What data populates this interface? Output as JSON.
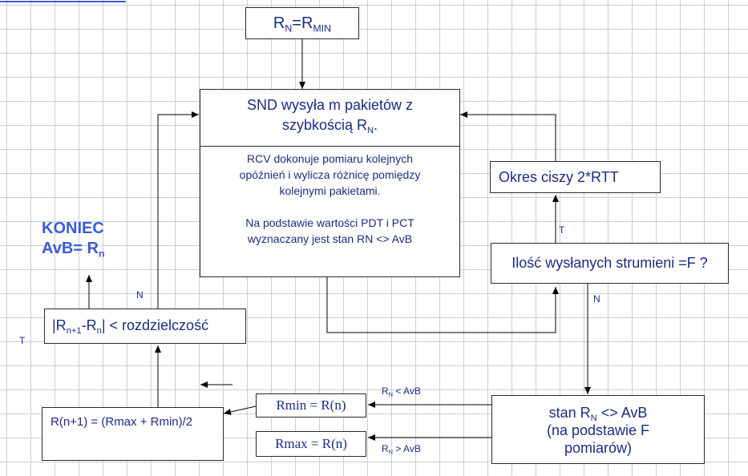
{
  "start_box": {
    "base": "R",
    "sub1": "N",
    "eq": "=R",
    "sub2": "MIN"
  },
  "send_box": {
    "line1": "SND wysyła m pakietów z",
    "line2_base": "szybkością R",
    "line2_sub": "N",
    "line2_end": "."
  },
  "rcv_box": {
    "line1": "RCV dokonuje pomiaru kolejnych",
    "line2": "opóźnień i wylicza różnicę pomiędzy",
    "line3": "kolejnymi pakietami.",
    "line4": "Na podstawie wartości PDT i PCT",
    "line5": "wyznaczany jest stan RN <> AvB"
  },
  "silence_box": {
    "label": "Okres ciszy 2*RTT"
  },
  "streams_box": {
    "label": "Ilość wysłanych strumieni =F ?"
  },
  "end_label": {
    "line1": "KONIEC",
    "line2_base": "AvB= R",
    "line2_sub": "n"
  },
  "resolution_box": {
    "p1": "|R",
    "s1": "n+1",
    "p2": "-R",
    "s2": "n",
    "p3": "| < rozdzielczość"
  },
  "rmin_box": {
    "label": "Rmin = R(n)"
  },
  "rmax_box": {
    "label": "Rmax = R(n)"
  },
  "calc_box": {
    "label": "R(n+1) = (Rmax + Rmin)/2"
  },
  "state_box": {
    "l1_base": "stan R",
    "l1_sub": "N",
    "l1_end": " <> AvB",
    "line2": "(na podstawie F",
    "line3": "pomiarów)"
  },
  "labels": {
    "T_left": "T",
    "N_top": "N",
    "T_streams": "T",
    "N_streams": "N",
    "cond_less": {
      "base": "R",
      "sub": "N",
      "end": " < AvB"
    },
    "cond_greater": {
      "base": "R",
      "sub": "N",
      "end": " > AvB"
    }
  },
  "colors": {
    "text": "#1c2c80",
    "accent": "#3b5bdb",
    "grid": "#c9ced8",
    "line": "#000000"
  }
}
